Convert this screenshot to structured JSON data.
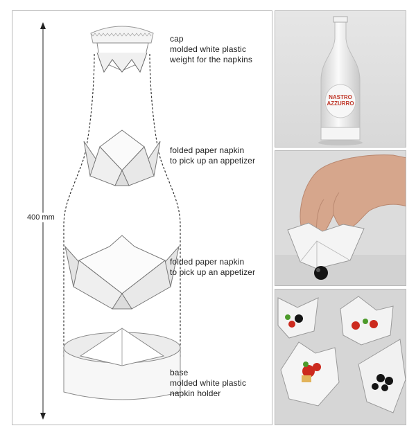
{
  "diagram": {
    "dimension_label": "400 mm",
    "parts": [
      {
        "lines": [
          "cap",
          "molded white plastic",
          "weight for the napkins"
        ]
      },
      {
        "lines": [
          "folded paper napkin",
          "to pick up an appetizer"
        ]
      },
      {
        "lines": [
          "folded paper napkin",
          "to pick up an appetizer"
        ]
      },
      {
        "lines": [
          "base",
          "molded white plastic",
          "napkin holder"
        ]
      }
    ]
  },
  "photos": {
    "bottle_label_lines": [
      "NASTRO",
      "AZZURRO"
    ],
    "colors": {
      "label_red": "#c0392b",
      "label_blue": "#3b5ea8",
      "olive_black": "#141414",
      "tomato_red": "#cc2a1e",
      "leaf_green": "#4c9a2a"
    }
  }
}
